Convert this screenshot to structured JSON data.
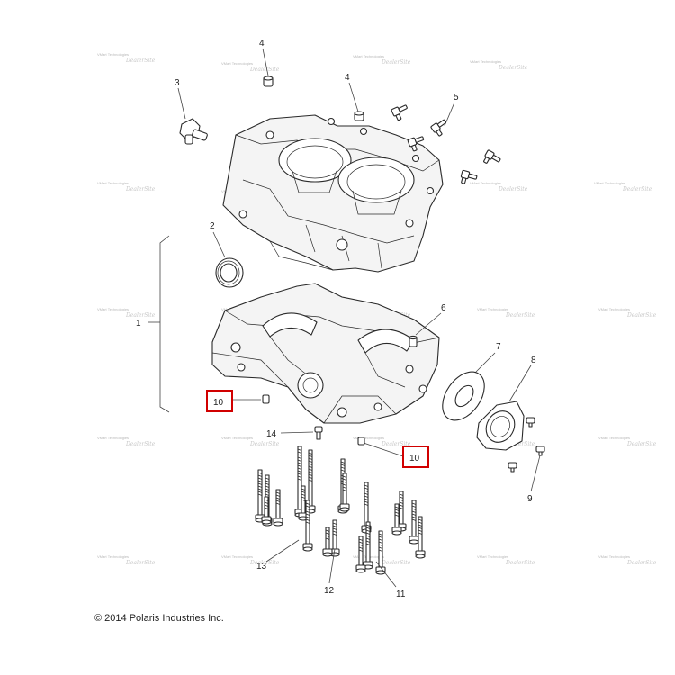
{
  "copyright": "© 2014 Polaris Industries Inc.",
  "watermark": {
    "line1": "VMart Technologies",
    "line2": "DealerSite"
  },
  "highlight_color": "#d10000",
  "callouts": {
    "c1": "1",
    "c2": "2",
    "c3": "3",
    "c4a": "4",
    "c4b": "4",
    "c5": "5",
    "c6": "6",
    "c7": "7",
    "c8": "8",
    "c9": "9",
    "c10a": "10",
    "c10b": "10",
    "c11": "11",
    "c12": "12",
    "c13": "13",
    "c14": "14"
  }
}
